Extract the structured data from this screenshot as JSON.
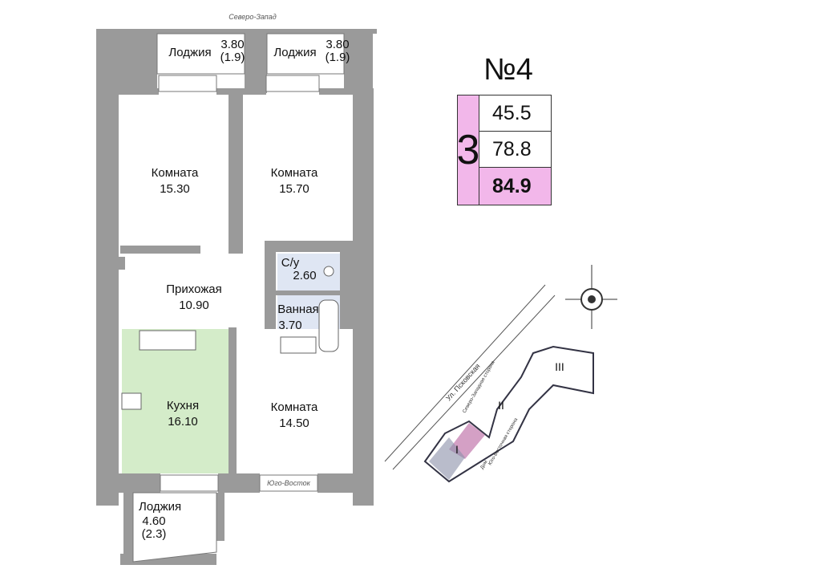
{
  "apartment": {
    "number": "№4",
    "rooms": "3",
    "living_area": "45.5",
    "total_area": "78.8",
    "total_with_loggia": "84.9"
  },
  "orientation": {
    "top": "Северо-Запад",
    "bottom": "Юго-Восток"
  },
  "rooms": [
    {
      "name": "Лоджия",
      "area": "3.80",
      "reduced": "(1.9)"
    },
    {
      "name": "Лоджия",
      "area": "3.80",
      "reduced": "(1.9)"
    },
    {
      "name": "Комната",
      "area": "15.30"
    },
    {
      "name": "Комната",
      "area": "15.70"
    },
    {
      "name": "С/у",
      "area": "2.60"
    },
    {
      "name": "Прихожая",
      "area": "10.90"
    },
    {
      "name": "Ванная",
      "area": "3.70"
    },
    {
      "name": "Кухня",
      "area": "16.10"
    },
    {
      "name": "Комната",
      "area": "14.50"
    },
    {
      "name": "Лоджия",
      "area": "4.60",
      "reduced": "(2.3)"
    }
  ],
  "site_plan": {
    "street": "Ул. Псковская",
    "sections": [
      "I",
      "II",
      "III"
    ],
    "side_nw": "Северо-Западная сторона",
    "side_se": "Юго-Восточная сторона",
    "house_label": "Дом"
  },
  "colors": {
    "kitchen": "#d4ecc9",
    "bath": "#dfe6f3",
    "highlight": "#f2b7ea",
    "wall": "#9a9a9a"
  }
}
